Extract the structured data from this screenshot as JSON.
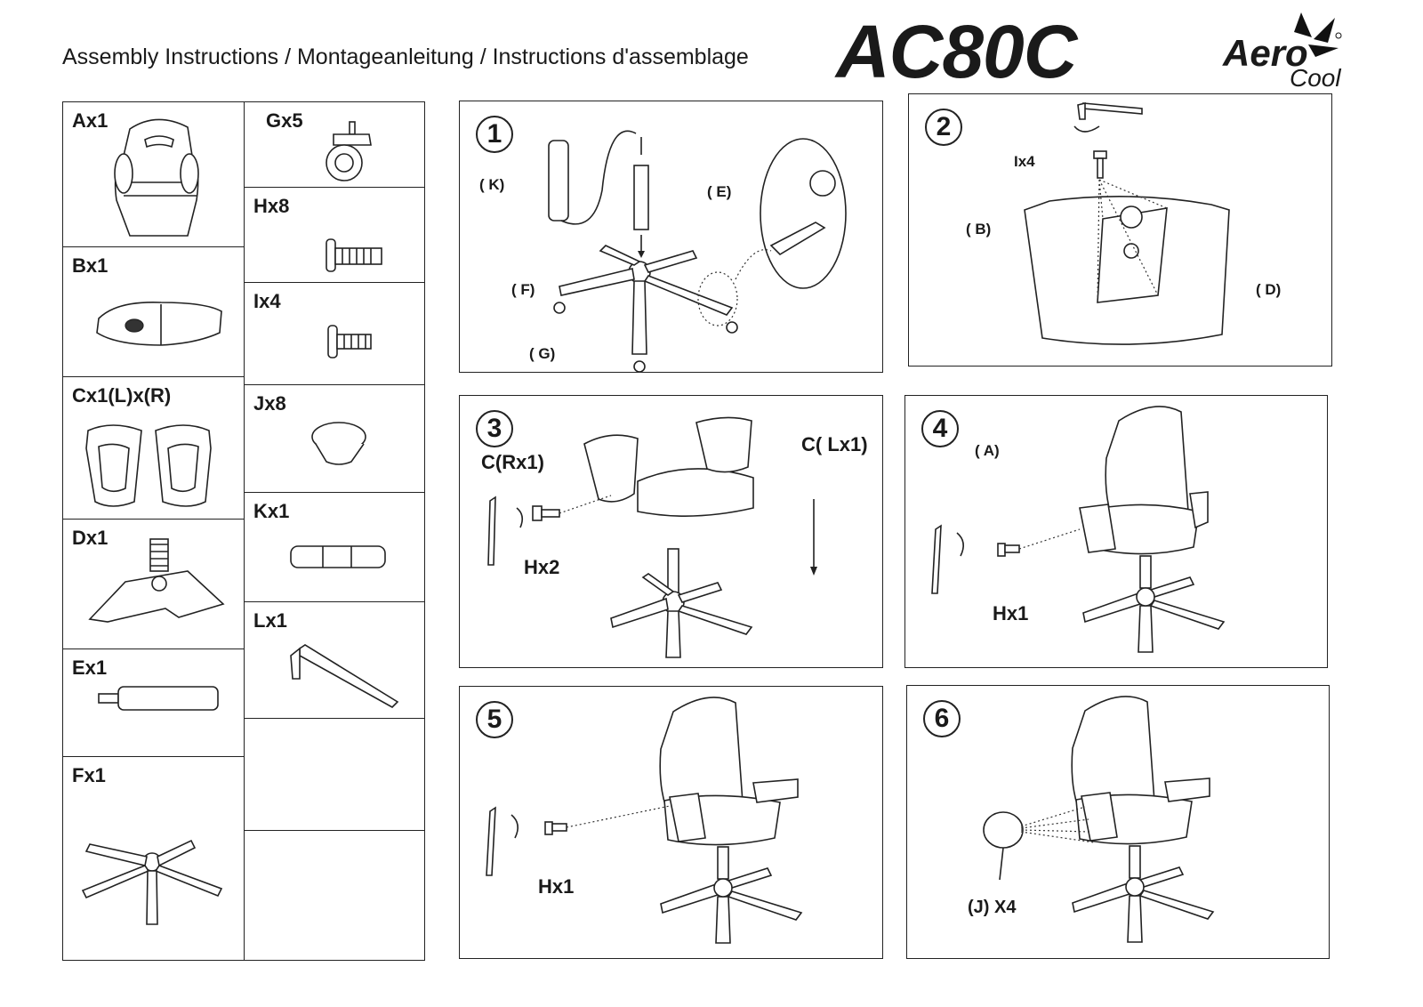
{
  "header": {
    "title": "Assembly Instructions / Montageanleitung / Instructions d'assemblage",
    "model": "AC80C",
    "brand_line1": "Aero",
    "brand_line2": "Cool"
  },
  "parts": {
    "A": "Ax1",
    "B": "Bx1",
    "C": "Cx1(L)x(R)",
    "D": "Dx1",
    "E": "Ex1",
    "F": "Fx1",
    "G": "Gx5",
    "H": "Hx8",
    "I": "Ix4",
    "J": "Jx8",
    "K": "Kx1",
    "L": "Lx1"
  },
  "steps": {
    "s1": {
      "num": "1",
      "k": "( K)",
      "e": "( E)",
      "f": "( F)",
      "g": "( G)"
    },
    "s2": {
      "num": "2",
      "ix": "Ix4",
      "b": "( B)",
      "d": "( D)"
    },
    "s3": {
      "num": "3",
      "cr": "C(Rx1)",
      "cl": "C( Lx1)",
      "hx": "Hx2"
    },
    "s4": {
      "num": "4",
      "a": "( A)",
      "hx": "Hx1"
    },
    "s5": {
      "num": "5",
      "hx": "Hx1"
    },
    "s6": {
      "num": "6",
      "jx": "(J) X4"
    }
  },
  "icons": [
    "aerocool-logo-icon",
    "caster-wheel-icon",
    "screw-icon",
    "hex-key-icon",
    "gas-lift-icon",
    "chair-base-icon",
    "chair-icon"
  ]
}
